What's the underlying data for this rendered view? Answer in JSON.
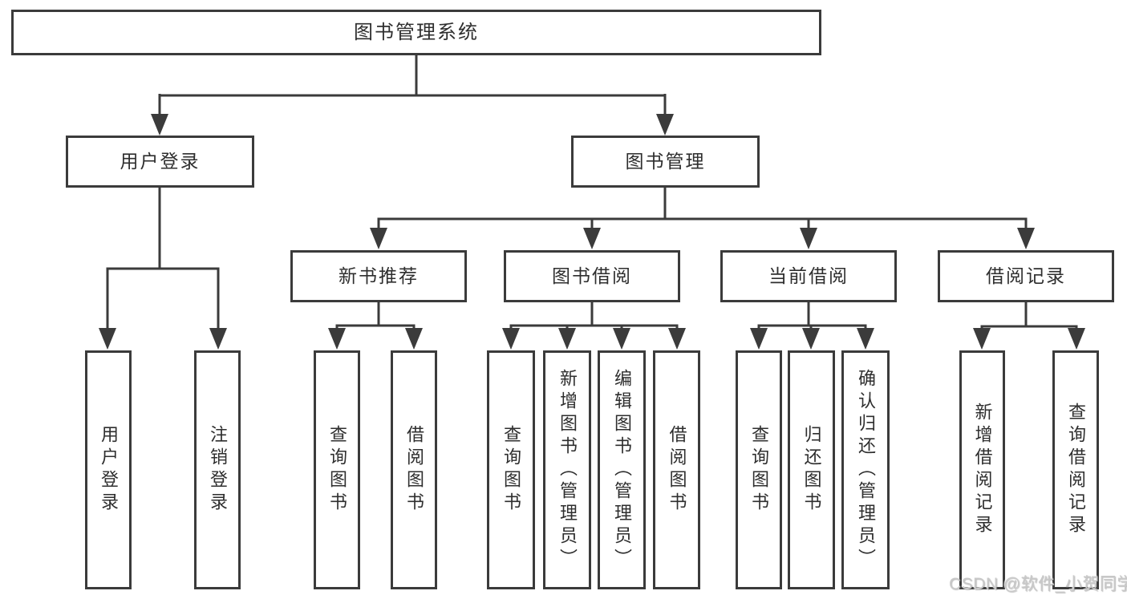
{
  "tree": {
    "root": "图书管理系统",
    "branches": [
      {
        "label": "用户登录",
        "children": [
          "用户登录",
          "注销登录"
        ]
      },
      {
        "label": "图书管理",
        "sections": [
          {
            "label": "新书推荐",
            "children": [
              "查询图书",
              "借阅图书"
            ]
          },
          {
            "label": "图书借阅",
            "children": [
              "查询图书",
              "新增图书（管理员）",
              "编辑图书（管理员）",
              "借阅图书"
            ]
          },
          {
            "label": "当前借阅",
            "children": [
              "查询图书",
              "归还图书",
              "确认归还（管理员）"
            ]
          },
          {
            "label": "借阅记录",
            "children": [
              "新增借阅记录",
              "查询借阅记录"
            ]
          }
        ]
      }
    ]
  },
  "watermark": "CSDN @软件_小贺同学",
  "colors": {
    "line": "#3b3b3b",
    "text": "#2e2e2e",
    "background": "#ffffff",
    "watermark": "#c9c9c9"
  }
}
